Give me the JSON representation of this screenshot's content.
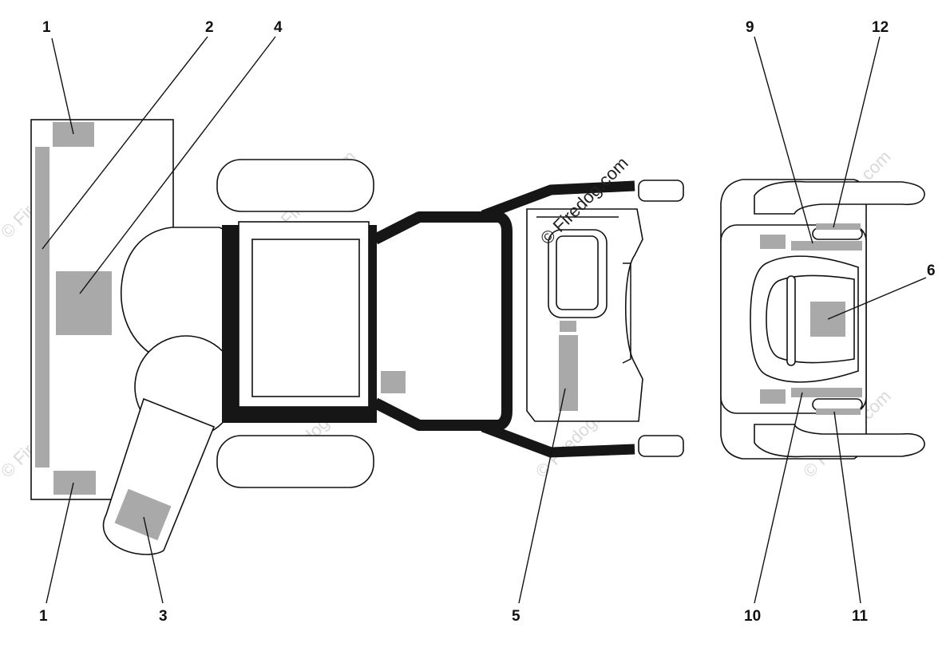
{
  "callouts": {
    "c1a": "1",
    "c2": "2",
    "c4": "4",
    "c1b": "1",
    "c3": "3",
    "c5": "5",
    "c9": "9",
    "c12": "12",
    "c6": "6",
    "c10": "10",
    "c11": "11"
  },
  "watermark": {
    "text": "© Firedog.com"
  },
  "colors": {
    "decal": "#a9a9a9",
    "outline": "#111111",
    "watermark": "#d9d9d9"
  }
}
